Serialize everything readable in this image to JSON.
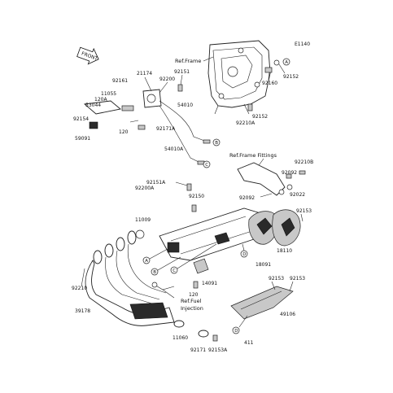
{
  "figure_code": "E1140",
  "front_label": "FRONT",
  "refs": {
    "frame": "Ref.Frame",
    "frame_fittings": "Ref.Frame Fittings",
    "fuel_injection_1": "Ref.Fuel",
    "fuel_injection_2": "Injection"
  },
  "callouts": {
    "A": "A",
    "B": "B",
    "C": "C",
    "D": "D"
  },
  "parts": {
    "p21174": "21174",
    "p92161": "92161",
    "p92200": "92200",
    "p92151": "92151",
    "p11055": "11055",
    "p53044": "53044",
    "p120A": "120A",
    "p92154": "92154",
    "p59091": "59091",
    "p120_top": "120",
    "p92171A": "92171A",
    "p54010": "54010",
    "p54010A": "54010A",
    "p92152_a": "92152",
    "p92160": "92160",
    "p92152_b": "92152",
    "p92210A": "92210A",
    "p92210B": "92210B",
    "p92092_a": "92092",
    "p92022": "92022",
    "p92151A": "92151A",
    "p92200A": "92200A",
    "p92150": "92150",
    "p92092_b": "92092",
    "p11009": "11009",
    "p92153_a": "92153",
    "p18110": "18110",
    "p18091": "18091",
    "p14091": "14091",
    "p120_bot": "120",
    "p92210": "92210",
    "p39178": "39178",
    "p92153_b": "92153",
    "p92153_c": "92153",
    "p49106": "49106",
    "p11060": "11060",
    "p92171": "92171",
    "p92153A": "92153A",
    "p411": "411"
  }
}
